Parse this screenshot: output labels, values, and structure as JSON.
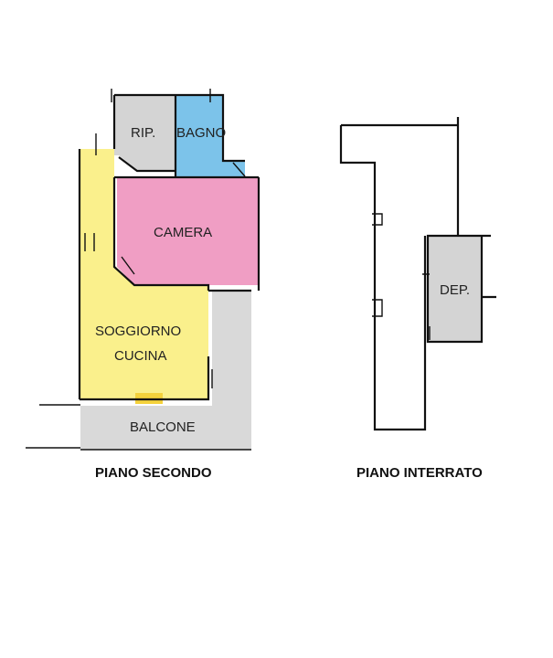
{
  "floors": [
    {
      "title": "PIANO SECONDO",
      "rooms": {
        "rip": "RIP.",
        "bagno": "BAGNO",
        "camera": "CAMERA",
        "soggiorno_line1": "SOGGIORNO",
        "soggiorno_line2": "CUCINA",
        "balcone": "BALCONE"
      }
    },
    {
      "title": "PIANO INTERRATO",
      "rooms": {
        "dep": "DEP."
      }
    }
  ],
  "colors": {
    "rip": "#d4d4d4",
    "bagno": "#7cc3ea",
    "camera": "#f09ec4",
    "soggiorno": "#faf08c",
    "balcone": "#d9d9d9",
    "dep": "#d4d4d4",
    "door_yellow": "#f4d23c"
  }
}
